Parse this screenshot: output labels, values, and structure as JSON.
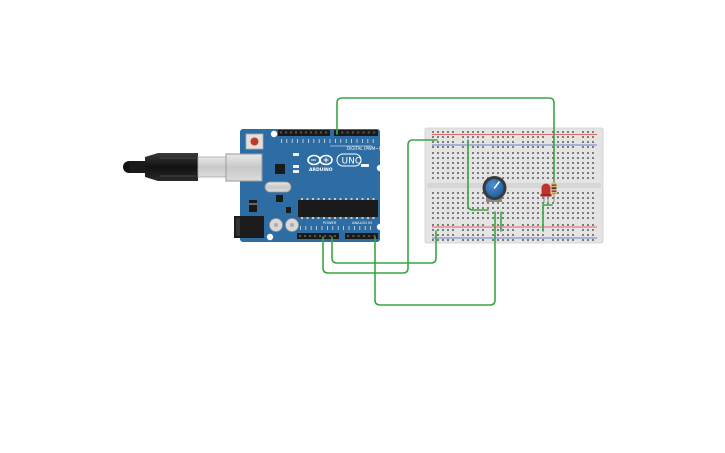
{
  "arduino": {
    "logo_text": "ARDUINO",
    "model": "UNO",
    "digital_label": "DIGITAL (PWM~)",
    "power_label": "POWER",
    "analog_label": "ANALOG IN",
    "board_color": "#2e6da4"
  },
  "components": {
    "potentiometer_color": "#1e5e9e",
    "led_color": "#c0322a",
    "wire_color": "#3aa545",
    "breadboard_color": "#e4e4e4"
  }
}
